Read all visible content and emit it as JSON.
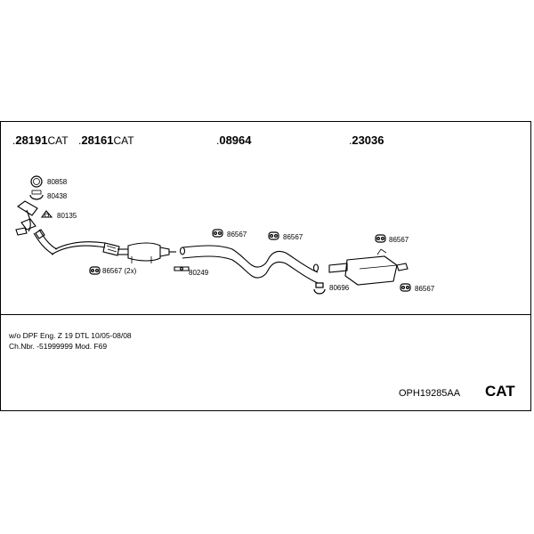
{
  "part_numbers": [
    {
      "prefix": ".",
      "number": "28191",
      "suffix": "CAT"
    },
    {
      "prefix": ".",
      "number": "28161",
      "suffix": "CAT"
    },
    {
      "prefix": ".",
      "number": "08964",
      "suffix": ""
    },
    {
      "prefix": ".",
      "number": "23036",
      "suffix": ""
    }
  ],
  "hardware_labels": {
    "clamp_ring": "80858",
    "clamp_u": "80438",
    "gasket": "80135",
    "hanger_front": "86567 (2x)",
    "bracket": "80249",
    "hanger_mid_1": "86567",
    "hanger_mid_2": "86567",
    "hanger_rear_1": "86567",
    "clamp_rear": "80696",
    "hanger_rear_2": "86567"
  },
  "info": {
    "line1": "w/o DPF   Eng. Z 19 DTL  10/05-08/08",
    "line2": "Ch.Nbr. -51999999   Mod. F69"
  },
  "kit_code": "OPH19285AA",
  "kit_type": "CAT"
}
